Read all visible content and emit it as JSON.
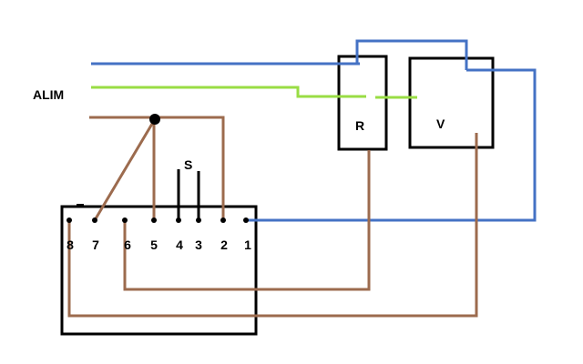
{
  "labels": {
    "alim": "ALIM",
    "switch": "S",
    "relay": "R",
    "device_v": "V"
  },
  "terminal_block": {
    "pins": [
      "8",
      "7",
      "6",
      "5",
      "4",
      "3",
      "2",
      "1"
    ]
  },
  "colors": {
    "blue": "#4472c4",
    "green": "#99dd44",
    "brown": "#9c6b4e",
    "black": "#000000"
  }
}
